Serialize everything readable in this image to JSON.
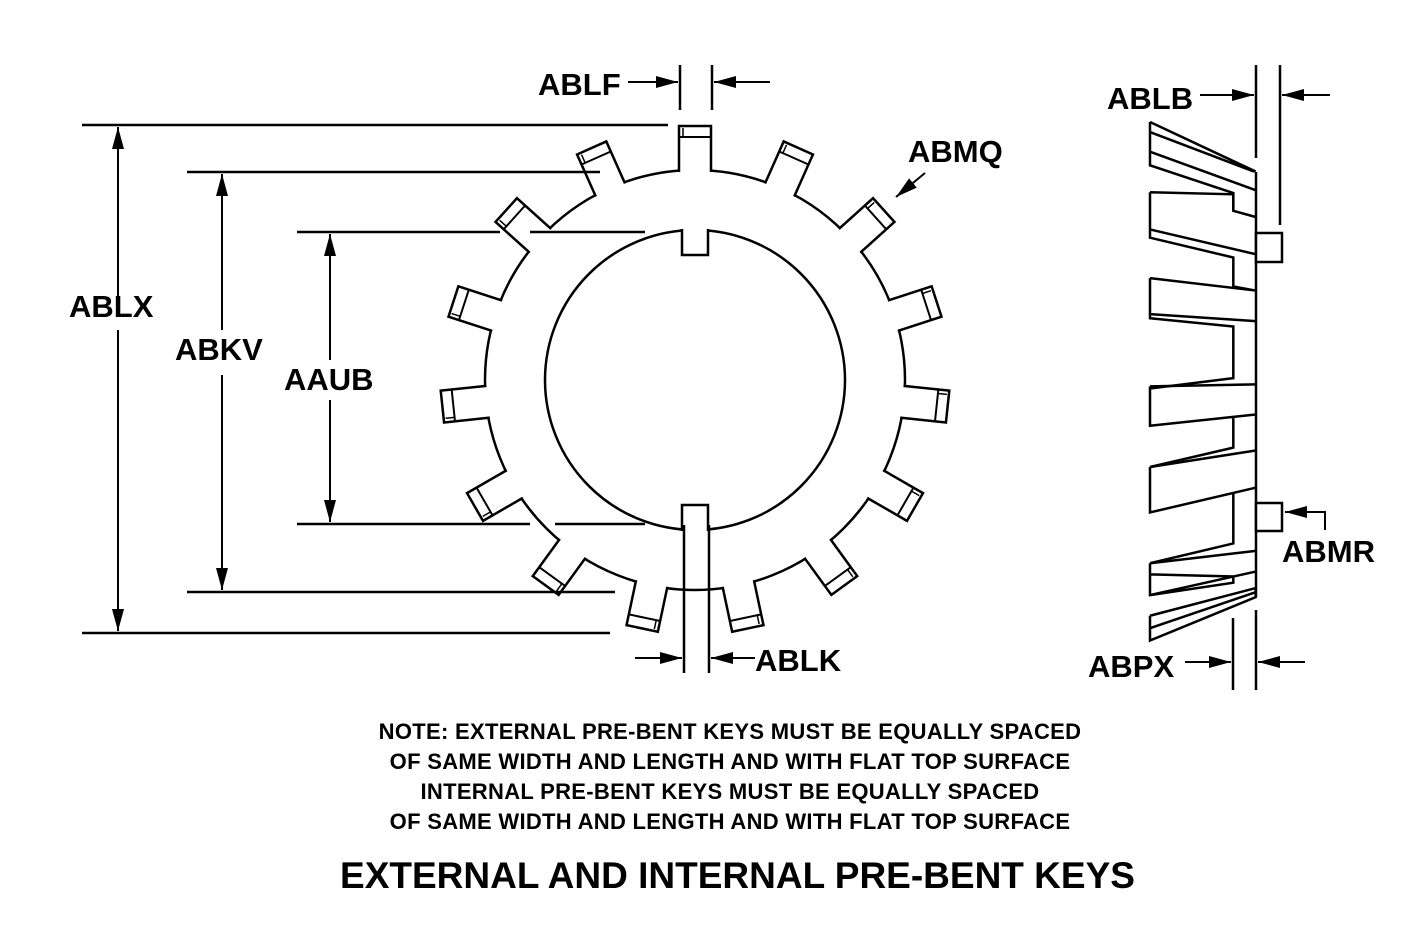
{
  "labels": {
    "ablf": "ABLF",
    "ablx": "ABLX",
    "abkv": "ABKV",
    "aaub": "AAUB",
    "abmq": "ABMQ",
    "ablk": "ABLK",
    "ablb": "ABLB",
    "abmr": "ABMR",
    "abpx": "ABPX"
  },
  "notes": [
    "NOTE: EXTERNAL PRE-BENT KEYS MUST BE EQUALLY SPACED",
    "OF SAME WIDTH AND LENGTH AND WITH FLAT TOP SURFACE",
    "INTERNAL PRE-BENT KEYS MUST BE EQUALLY SPACED",
    "OF SAME WIDTH AND LENGTH AND WITH FLAT TOP SURFACE"
  ],
  "title": "EXTERNAL AND INTERNAL PRE-BENT KEYS",
  "washer": {
    "external_teeth": 15,
    "internal_keys": 2
  }
}
